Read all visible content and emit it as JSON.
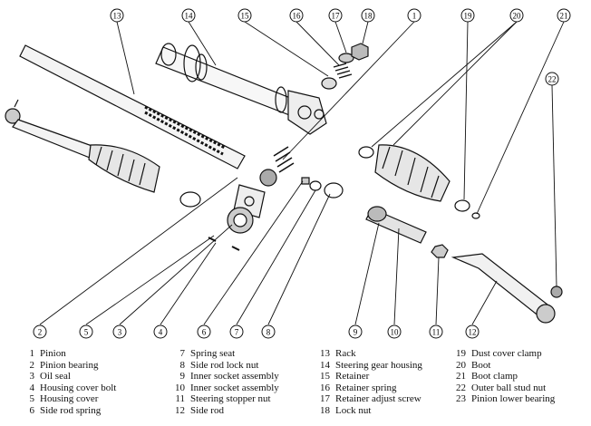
{
  "callouts": [
    "13",
    "14",
    "15",
    "16",
    "17",
    "18",
    "1",
    "19",
    "20",
    "21",
    "22",
    "2",
    "5",
    "3",
    "4",
    "6",
    "7",
    "8",
    "9",
    "10",
    "11",
    "12"
  ],
  "legend": {
    "col1": [
      {
        "n": "1",
        "t": "Pinion"
      },
      {
        "n": "2",
        "t": "Pinion bearing"
      },
      {
        "n": "3",
        "t": "Oil seal"
      },
      {
        "n": "4",
        "t": "Housing cover bolt"
      },
      {
        "n": "5",
        "t": "Housing cover"
      },
      {
        "n": "6",
        "t": "Side rod spring"
      }
    ],
    "col2": [
      {
        "n": "7",
        "t": "Spring seat"
      },
      {
        "n": "8",
        "t": "Side rod lock nut"
      },
      {
        "n": "9",
        "t": "Inner socket assembly"
      },
      {
        "n": "10",
        "t": "Inner socket assembly"
      },
      {
        "n": "11",
        "t": "Steering stopper nut"
      },
      {
        "n": "12",
        "t": "Side rod"
      }
    ],
    "col3": [
      {
        "n": "13",
        "t": "Rack"
      },
      {
        "n": "14",
        "t": "Steering gear housing"
      },
      {
        "n": "15",
        "t": "Retainer"
      },
      {
        "n": "16",
        "t": "Retainer spring"
      },
      {
        "n": "17",
        "t": "Retainer adjust screw"
      },
      {
        "n": "18",
        "t": "Lock nut"
      }
    ],
    "col4": [
      {
        "n": "19",
        "t": "Dust cover clamp"
      },
      {
        "n": "20",
        "t": "Boot"
      },
      {
        "n": "21",
        "t": "Boot clamp"
      },
      {
        "n": "22",
        "t": "Outer ball stud nut"
      },
      {
        "n": "23",
        "t": "Pinion lower bearing"
      }
    ]
  }
}
